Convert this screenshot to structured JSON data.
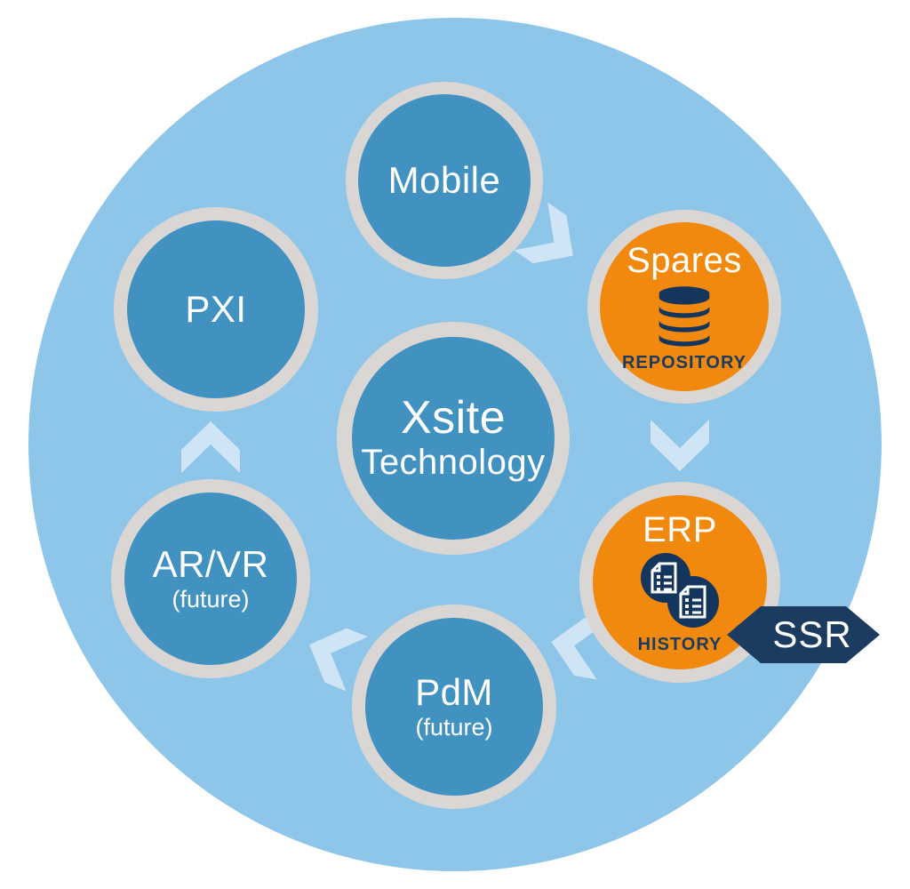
{
  "center": {
    "line1": "Xsite",
    "line2": "Technology"
  },
  "nodes": {
    "mobile": {
      "label": "Mobile"
    },
    "spares": {
      "label": "Spares",
      "caption": "REPOSITORY",
      "icon": "database-icon"
    },
    "erp": {
      "label": "ERP",
      "caption": "HISTORY",
      "icon": "documents-icon"
    },
    "pdm": {
      "label": "PdM",
      "note": "(future)"
    },
    "arvr": {
      "label": "AR/VR",
      "note": "(future)"
    },
    "pxi": {
      "label": "PXI"
    }
  },
  "ssr_badge": {
    "label": "SSR"
  },
  "flow_arrows": [
    {
      "name": "mobile-to-spares",
      "direction": "southeast"
    },
    {
      "name": "spares-to-erp",
      "direction": "south"
    },
    {
      "name": "erp-to-pdm",
      "direction": "southwest"
    },
    {
      "name": "pdm-to-arvr",
      "direction": "northwest"
    },
    {
      "name": "arvr-to-pxi",
      "direction": "north"
    }
  ],
  "colors": {
    "background_disc": "#8ec6ea",
    "node_blue": "#4192c1",
    "node_orange": "#f0890d",
    "ring_gray": "#d9d6d3",
    "navy": "#1b3c60",
    "arrow_light_blue": "#cfe5f6",
    "text_light": "#ffffff"
  }
}
